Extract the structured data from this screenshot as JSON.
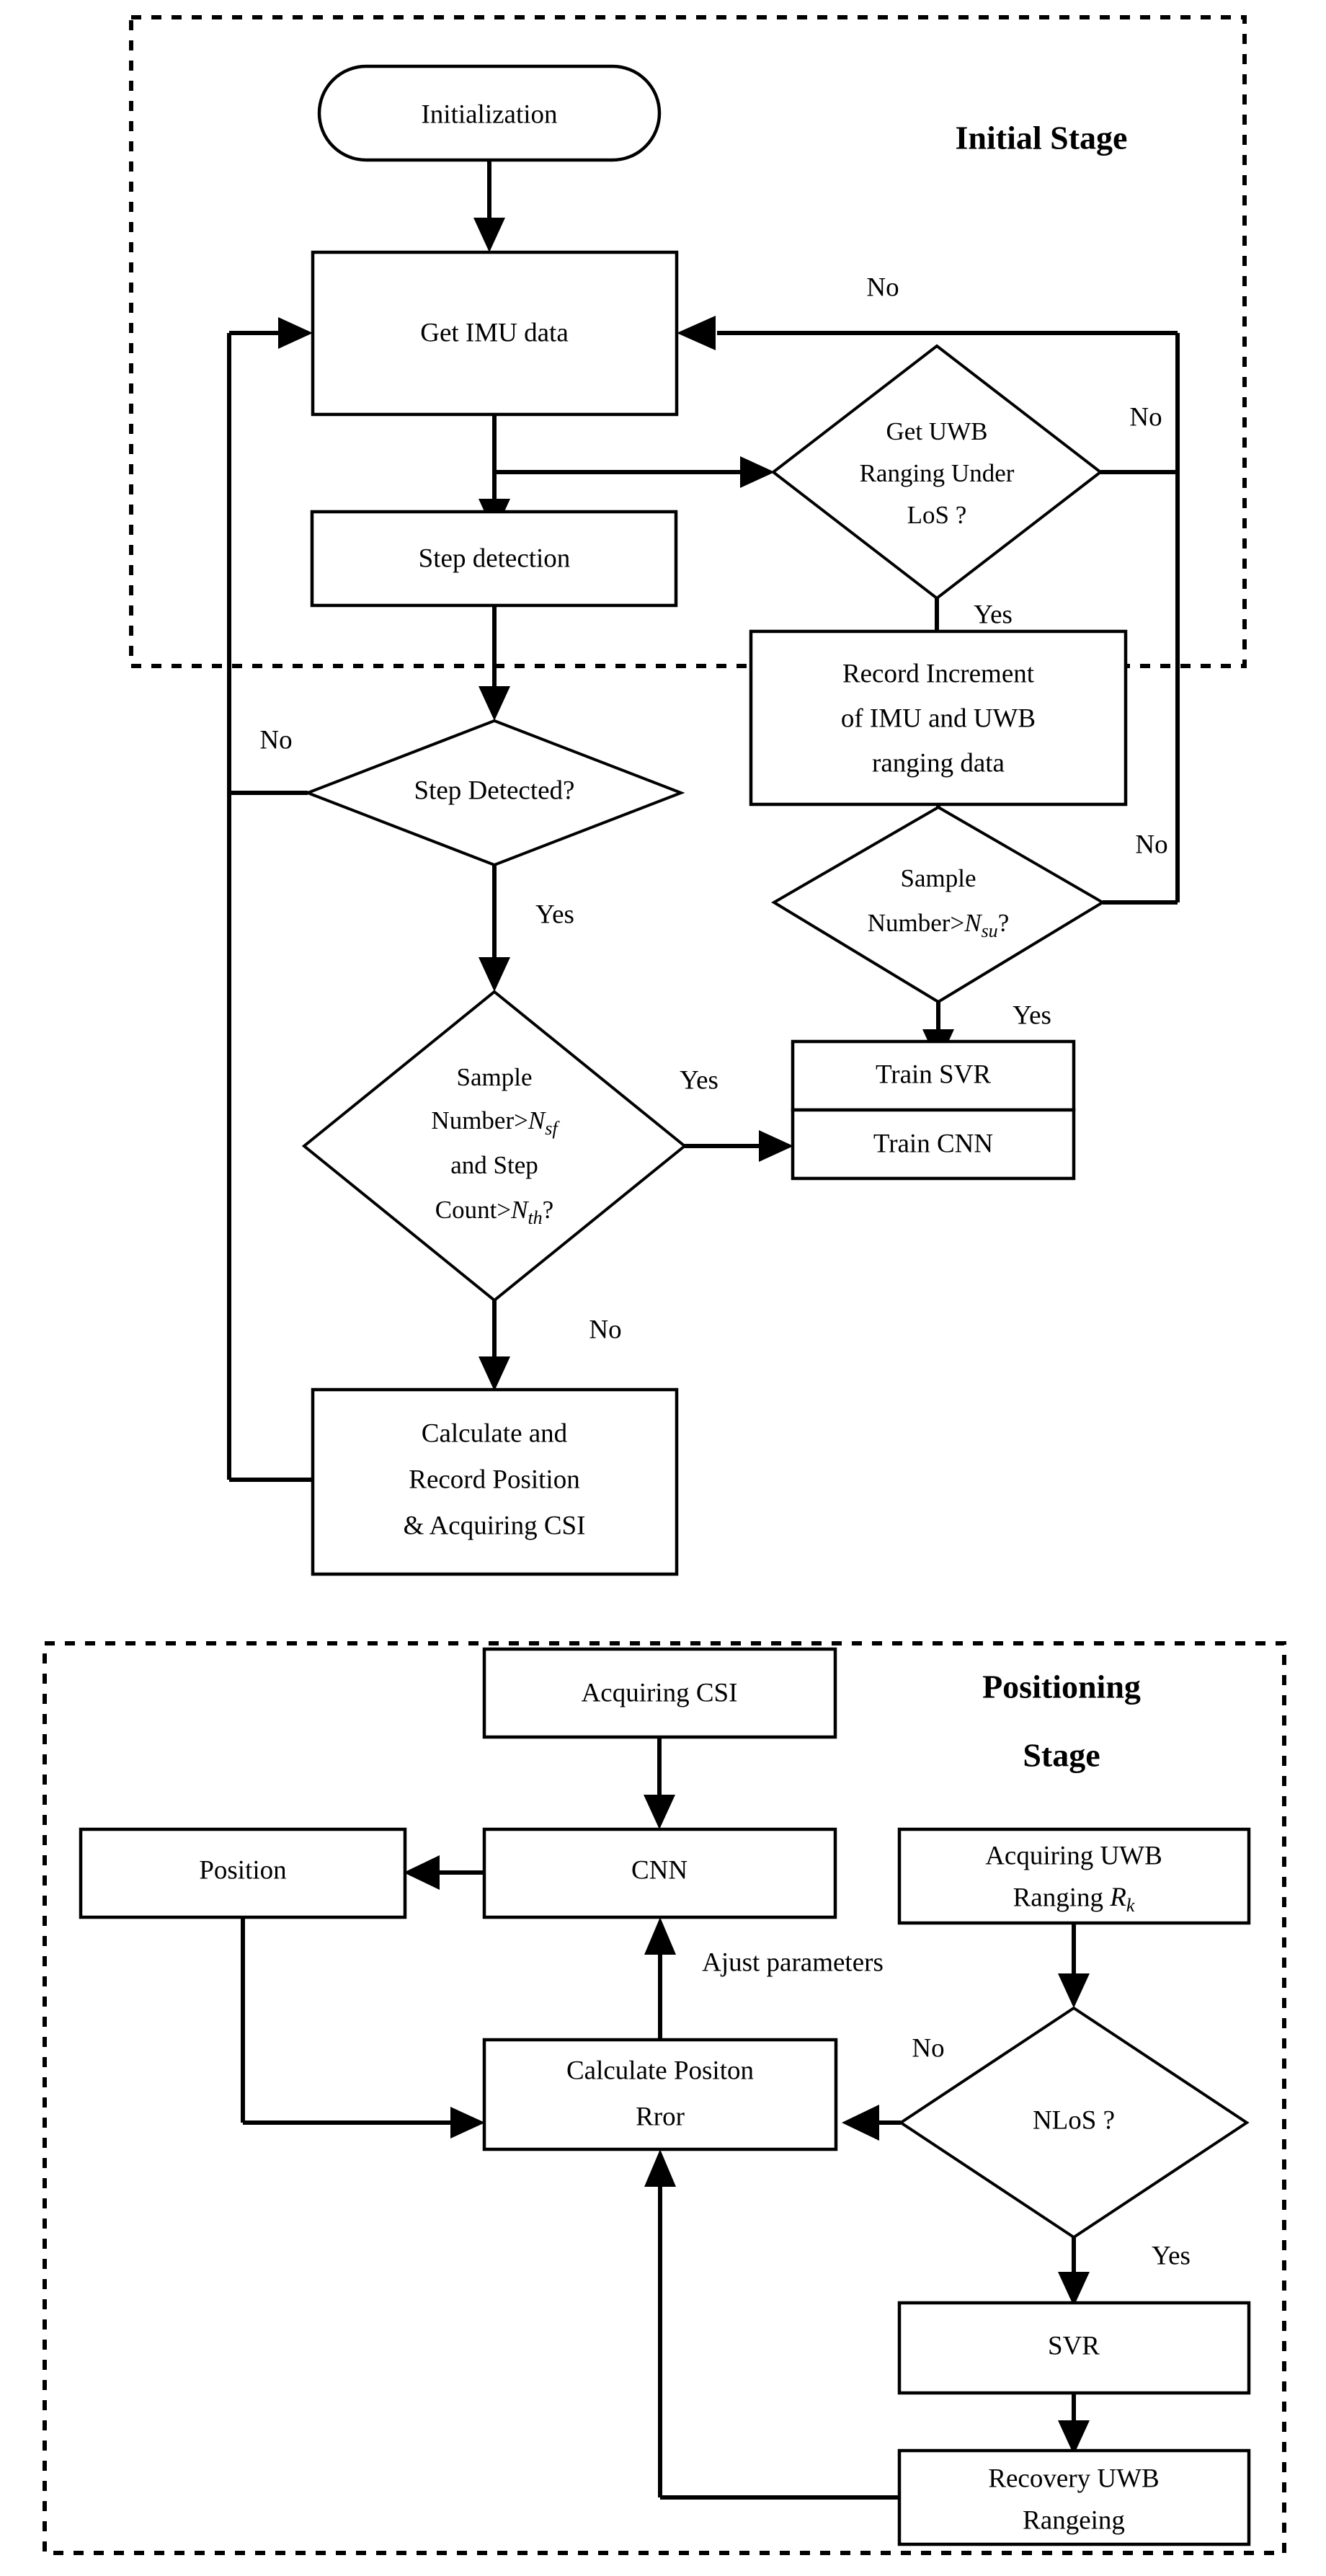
{
  "figure": {
    "type": "flowchart",
    "panels": [
      {
        "id": "initial-stage",
        "title": "Initial Stage",
        "nodes": [
          {
            "id": "initialization",
            "shape": "terminator",
            "label": "Initialization"
          },
          {
            "id": "get-imu-data",
            "shape": "process",
            "label": "Get IMU data"
          },
          {
            "id": "step-detection",
            "shape": "process",
            "label": "Step detection"
          },
          {
            "id": "step-detected",
            "shape": "decision",
            "label": "Step Detected?"
          },
          {
            "id": "get-uwb-ranging-under-los",
            "shape": "decision",
            "label_lines": [
              "Get UWB",
              "Ranging Under",
              "LoS ?"
            ]
          },
          {
            "id": "record-increment",
            "shape": "process",
            "label_lines": [
              "Record Increment",
              "of IMU and UWB",
              "ranging data"
            ]
          },
          {
            "id": "sample-number-nsu",
            "shape": "decision",
            "label_lines": [
              "Sample",
              "Number>N"
            ],
            "subscript": "su",
            "suffix": "?"
          },
          {
            "id": "train-svr",
            "shape": "process",
            "label": "Train SVR"
          },
          {
            "id": "train-cnn",
            "shape": "process",
            "label": "Train CNN"
          },
          {
            "id": "sample-number-nsf-step-count-nth",
            "shape": "decision",
            "label_lines": [
              "Sample",
              "Number>N",
              "and Step",
              "Count>N"
            ],
            "subscript_1": "sf",
            "subscript_2": "th",
            "suffix": "?"
          },
          {
            "id": "calculate-record-position",
            "shape": "process",
            "label_lines": [
              "Calculate and",
              "Record Position",
              "& Acquiring CSI"
            ]
          }
        ],
        "edge_labels": {
          "imu_loop_no": "No",
          "uwb_los_no_right": "No",
          "uwb_los_yes": "Yes",
          "sample_nsu_no": "No",
          "sample_nsu_yes": "Yes",
          "step_detected_no": "No",
          "step_detected_yes": "Yes",
          "sample_nsf_yes": "Yes",
          "sample_nsf_no": "No"
        }
      },
      {
        "id": "positioning-stage",
        "title_lines": [
          "Positioning",
          "Stage"
        ],
        "nodes": [
          {
            "id": "acquiring-csi",
            "shape": "process",
            "label": "Acquiring CSI"
          },
          {
            "id": "cnn",
            "shape": "process",
            "label": "CNN"
          },
          {
            "id": "position",
            "shape": "process",
            "label": "Position"
          },
          {
            "id": "acquiring-uwb-ranging",
            "shape": "process",
            "label_lines": [
              "Acquiring UWB",
              "Ranging R"
            ],
            "subscript": "k"
          },
          {
            "id": "nlos",
            "shape": "decision",
            "label": "NLoS ?"
          },
          {
            "id": "calculate-positon-rror",
            "shape": "process",
            "label_lines": [
              "Calculate Positon",
              "Rror"
            ]
          },
          {
            "id": "svr",
            "shape": "process",
            "label": "SVR"
          },
          {
            "id": "recovery-uwb-rangeing",
            "shape": "process",
            "label_lines": [
              "Recovery UWB",
              "Rangeing"
            ]
          }
        ],
        "edge_labels": {
          "ajust_parameters": "Ajust parameters",
          "nlos_no": "No",
          "nlos_yes": "Yes"
        }
      }
    ],
    "colors": {
      "stroke": "#000000",
      "fill": "#ffffff",
      "background": "#ffffff"
    }
  }
}
